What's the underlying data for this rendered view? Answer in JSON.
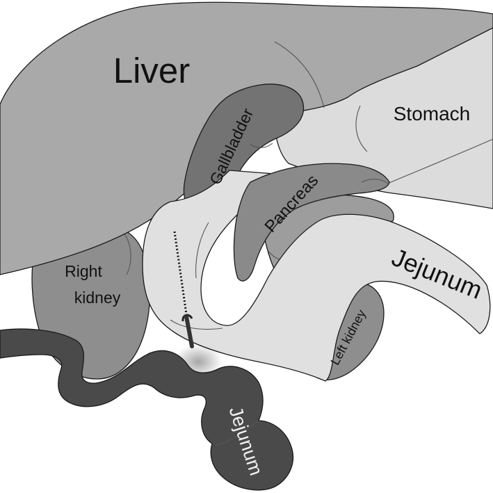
{
  "labels": {
    "liver": "Liver",
    "gallbladder": "Gallbladder",
    "stomach": "Stomach",
    "pancreas": "Pancreas",
    "jejunum_upper": "Jejunum",
    "right_kidney_line1": "Right",
    "right_kidney_line2": "kidney",
    "left_kidney": "Left kidney",
    "jejunum_lower": "Jejunum"
  },
  "colors": {
    "liver": "#a9a9a9",
    "gallbladder": "#737373",
    "stomach": "#dcdcdc",
    "duodenum": "#e0e0e0",
    "pancreas": "#8a8a8a",
    "kidney": "#8e8e8e",
    "retroperitoneum": "#9d9d9d",
    "small_bowel": "#4a4a4a",
    "outline": "#1a1a1a"
  }
}
